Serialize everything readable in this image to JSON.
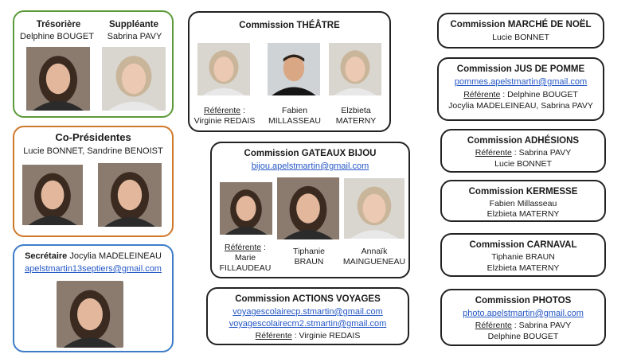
{
  "treasury": {
    "left_title": "Trésorière",
    "left_name": "Delphine BOUGET",
    "right_title": "Suppléante",
    "right_name": "Sabrina PAVY"
  },
  "copresidents": {
    "title": "Co-Présidentes",
    "names": "Lucie BONNET, Sandrine BENOIST"
  },
  "secretary": {
    "title": "Secrétaire",
    "name": "Jocylia MADELEINEAU",
    "email": "apelstmartin13septiers@gmail.com"
  },
  "theatre": {
    "title": "Commission  THÉÂTRE",
    "p1_role": "Référente",
    "p1_colon": " :",
    "p1_name": "Virginie REDAIS",
    "p2_first": "Fabien",
    "p2_last": "MILLASSEAU",
    "p3_first": "Elzbieta",
    "p3_last": "MATERNY"
  },
  "gateaux": {
    "title": "Commission  GATEAUX BIJOU",
    "email": "bijou.apelstmartin@gmail.com",
    "p1_role": "Référente",
    "p1_colon": " :",
    "p1_first": "Marie",
    "p1_last": "FILLAUDEAU",
    "p2_first": "Tiphanie",
    "p2_last": "BRAUN",
    "p3_first": "Annaïk",
    "p3_last": "MAINGUENEAU"
  },
  "voyages": {
    "title": "Commission  ACTIONS VOYAGES",
    "email1": "voyagescolairecp.stmartin@gmail.com",
    "email2": "voyagescolairecm2.stmartin@gmail.com",
    "role": "Référente",
    "rest": " : Virginie REDAIS"
  },
  "noel": {
    "title": "Commission  MARCHÉ DE NOËL",
    "name": "Lucie BONNET"
  },
  "jus": {
    "title": "Commission  JUS DE POMME",
    "email": "pommes.apelstmartin@gmail.com",
    "role": "Référente",
    "rest": " : Delphine BOUGET",
    "others": "Jocylia MADELEINEAU, Sabrina PAVY"
  },
  "adhesions": {
    "title": "Commission  ADHÉSIONS",
    "role": "Référente",
    "rest": " : Sabrina PAVY",
    "other": "Lucie BONNET"
  },
  "kermesse": {
    "title": "Commission  KERMESSE",
    "line1": "Fabien Millasseau",
    "line2": "Elzbieta MATERNY"
  },
  "carnaval": {
    "title": "Commission  CARNAVAL",
    "line1": "Tiphanie BRAUN",
    "line2": "Elzbieta MATERNY"
  },
  "photos": {
    "title": "Commission  PHOTOS",
    "email": "photo.apelstmartin@gmail.com",
    "role": "Référente",
    "rest": " :  Sabrina PAVY",
    "other": "Delphine BOUGET"
  },
  "colors": {
    "green_border": "#5b9a3a",
    "orange_border": "#d0782a",
    "blue_border": "#3d7cc9",
    "link": "#2457c5"
  }
}
